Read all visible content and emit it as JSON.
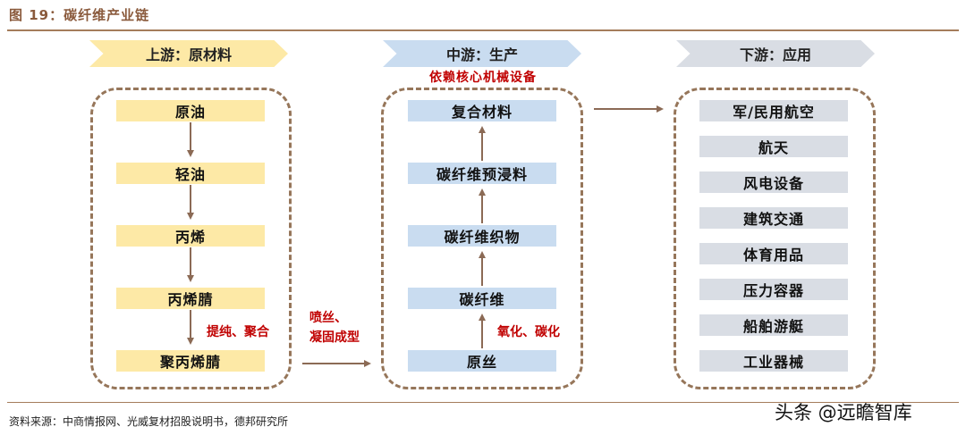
{
  "header": {
    "title": "图 19：碳纤维产业链"
  },
  "upstream": {
    "label": "上游：原材料",
    "steps": [
      "原油",
      "轻油",
      "丙烯",
      "丙烯腈",
      "聚丙烯腈"
    ],
    "process_note": "提纯、聚合"
  },
  "transfer_note": {
    "line1": "喷丝、",
    "line2": "凝固成型"
  },
  "midstream": {
    "label": "中游：生产",
    "subtitle": "依赖核心机械设备",
    "steps": [
      "复合材料",
      "碳纤维预浸料",
      "碳纤维织物",
      "碳纤维",
      "原丝"
    ],
    "process_note": "氧化、碳化"
  },
  "downstream": {
    "label": "下游：应用",
    "items": [
      "军/民用航空",
      "航天",
      "风电设备",
      "建筑交通",
      "体育用品",
      "压力容器",
      "船舶游艇",
      "工业器械"
    ]
  },
  "footer": {
    "source": "资料来源：中商情报网、光威复材招股说明书，德邦研究所"
  },
  "watermark": "头条 @远瞻智库",
  "colors": {
    "title": "#8a5a3c",
    "upstream": "#fde9a6",
    "midstream": "#c9dcf0",
    "downstream": "#d9dde4",
    "accent_red": "#c00000",
    "arrow": "#8b6a55"
  }
}
